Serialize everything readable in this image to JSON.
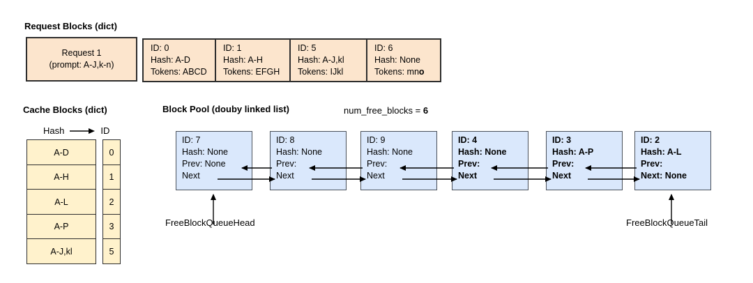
{
  "request_section": {
    "title": "Request Blocks (dict)",
    "request_box": {
      "line1": "Request 1",
      "line2": "(prompt: A-J,k-n)"
    },
    "blocks": [
      {
        "id": "ID: 0",
        "hash": "Hash: A-D",
        "tokens": "Tokens: ABCD"
      },
      {
        "id": "ID: 1",
        "hash": "Hash: A-H",
        "tokens": "Tokens: EFGH"
      },
      {
        "id": "ID: 5",
        "hash": "Hash: A-J,kl",
        "tokens": "Tokens: IJkl"
      },
      {
        "id": "ID: 6",
        "hash": "Hash: None",
        "tokens": "Tokens: mn",
        "tokens_bold": "o"
      }
    ]
  },
  "cache_section": {
    "title": "Cache Blocks (dict)",
    "header": {
      "hash_label": "Hash",
      "id_label": "ID"
    },
    "rows": [
      {
        "hash": "A-D",
        "id": "0"
      },
      {
        "hash": "A-H",
        "id": "1"
      },
      {
        "hash": "A-L",
        "id": "2"
      },
      {
        "hash": "A-P",
        "id": "3"
      },
      {
        "hash": "A-J,kl",
        "id": "5"
      }
    ]
  },
  "pool_section": {
    "title": "Block Pool (douby linked list)",
    "num_free_blocks_label": "num_free_blocks = ",
    "num_free_blocks_value": "6",
    "head_label": "FreeBlockQueueHead",
    "tail_label": "FreeBlockQueueTail",
    "blocks": [
      {
        "lines": [
          "ID: 7",
          "Hash: None",
          "Prev: None",
          "Next"
        ]
      },
      {
        "lines": [
          "ID: 8",
          "Hash: None",
          "Prev:",
          "Next"
        ]
      },
      {
        "lines": [
          "ID: 9",
          "Hash: None",
          "Prev:",
          "Next"
        ]
      },
      {
        "lines": [
          "ID: 4",
          "Hash: None",
          "Prev:",
          "Next"
        ]
      },
      {
        "lines": [
          "ID: 3",
          "Hash: A-P",
          "Prev:",
          "Next"
        ]
      },
      {
        "lines": [
          "ID: 2",
          "Hash: A-L",
          "Prev:",
          "Next: None"
        ]
      }
    ]
  },
  "colors": {
    "request_fill": "#fce5cd",
    "cache_fill": "#fff2cc",
    "pool_fill": "#dae8fc",
    "box_border": "#2d2d2d",
    "pool_border": "#49505a"
  }
}
